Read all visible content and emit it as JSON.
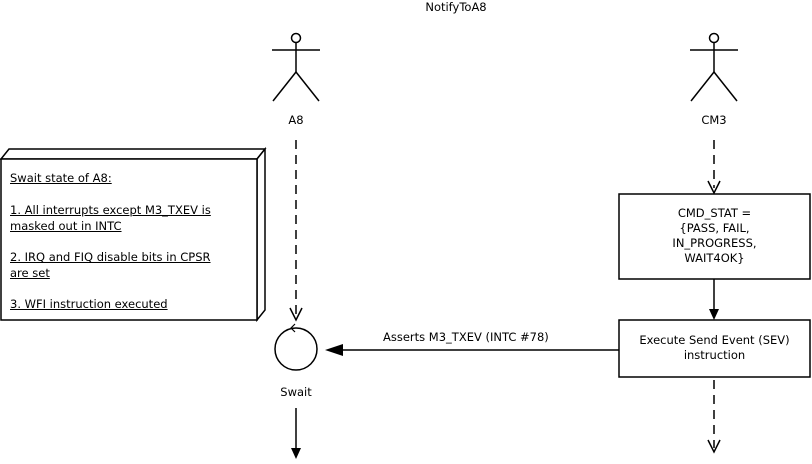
{
  "diagram": {
    "title": "NotifyToA8",
    "actors": [
      {
        "name": "A8"
      },
      {
        "name": "CM3"
      }
    ],
    "note": {
      "heading": "Swait state of A8:",
      "items": [
        "1. All interrupts except M3_TXEV is",
        "masked out in INTC",
        "2. IRQ and FIQ disable bits in CPSR",
        "are set",
        "3. WFI instruction executed"
      ]
    },
    "process_boxes": [
      {
        "lines": [
          "CMD_STAT =",
          "{PASS, FAIL,",
          "IN_PROGRESS,",
          "WAIT4OK}"
        ]
      },
      {
        "lines": [
          "Execute Send Event (SEV)",
          "instruction"
        ]
      }
    ],
    "state": {
      "label": "Swait"
    },
    "message": {
      "label": "Asserts M3_TXEV (INTC #78)"
    }
  }
}
